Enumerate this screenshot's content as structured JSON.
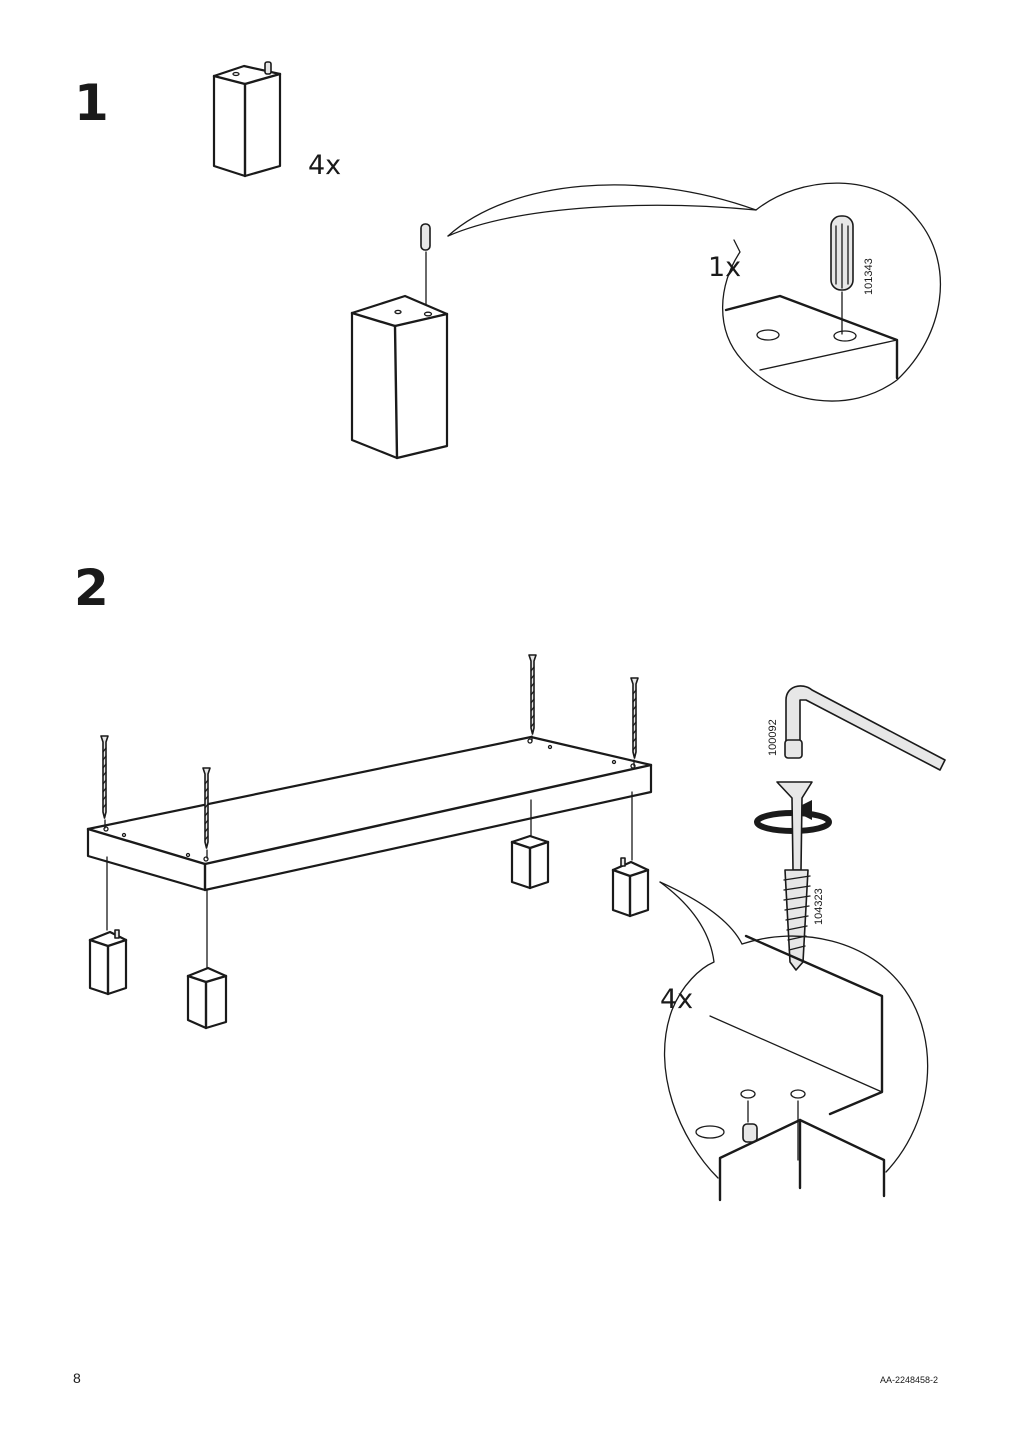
{
  "page": {
    "page_number": "8",
    "doc_code": "AA-2248458-2"
  },
  "step1": {
    "number": "1",
    "leg_quantity": "4x",
    "dowel_quantity": "1x",
    "dowel_part_number": "101343"
  },
  "step2": {
    "number": "2",
    "screw_quantity": "4x",
    "allen_key_part_number": "100092",
    "screw_part_number": "104323"
  }
}
